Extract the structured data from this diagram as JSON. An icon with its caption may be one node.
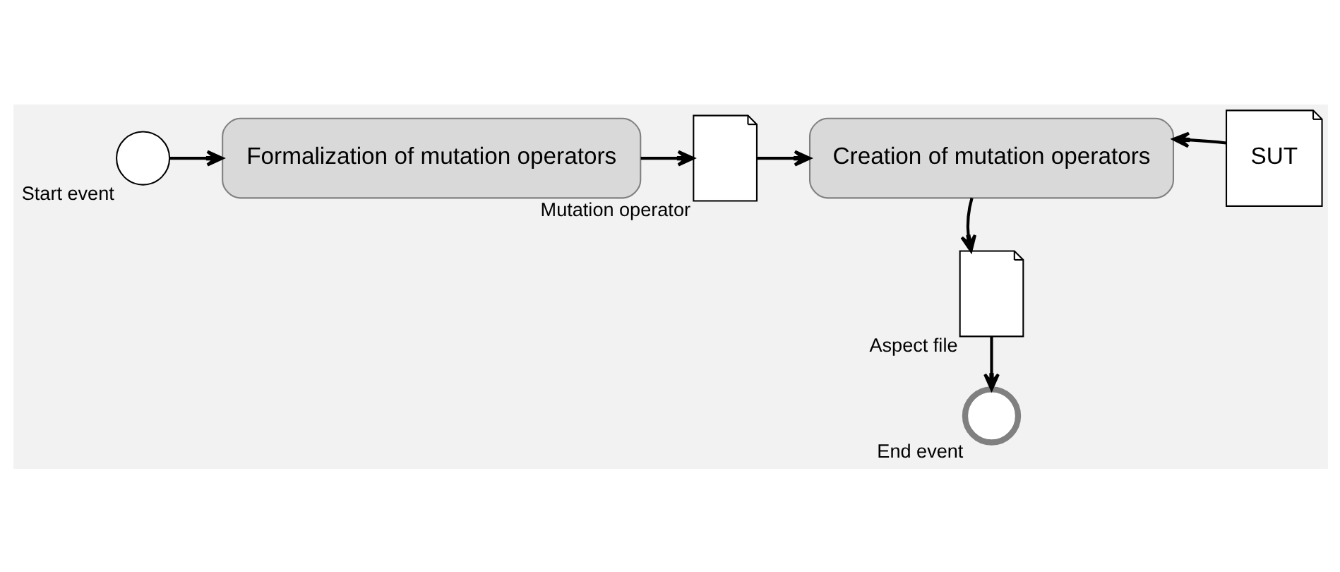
{
  "diagram": {
    "nodes": [
      {
        "text": [],
        "shape": "circle",
        "beside": [
          "Start event"
        ]
      },
      {
        "text": [
          "Formalization of mutation operators"
        ]
      },
      {
        "text": [],
        "shape": "document",
        "beside": [
          "Mutation operator"
        ]
      },
      {
        "text": [
          "Creation of mutation operators"
        ]
      },
      {
        "text": [
          "SUT"
        ]
      },
      {
        "text": [],
        "shape": "document",
        "beside": [
          "Aspect file"
        ]
      },
      {
        "text": [],
        "shape": "circle",
        "beside": [
          "End event"
        ]
      }
    ],
    "edges": [
      {
        "from": 0,
        "to": 1,
        "arrow": "to"
      },
      {
        "from": 1,
        "to": 2,
        "arrow": "to"
      },
      {
        "from": 2,
        "to": 3,
        "arrow": "to"
      },
      {
        "from": 4,
        "to": 3,
        "arrow": "to"
      },
      {
        "from": 3,
        "to": 5,
        "arrow": "to"
      },
      {
        "from": 5,
        "to": 6,
        "arrow": "to"
      }
    ]
  }
}
